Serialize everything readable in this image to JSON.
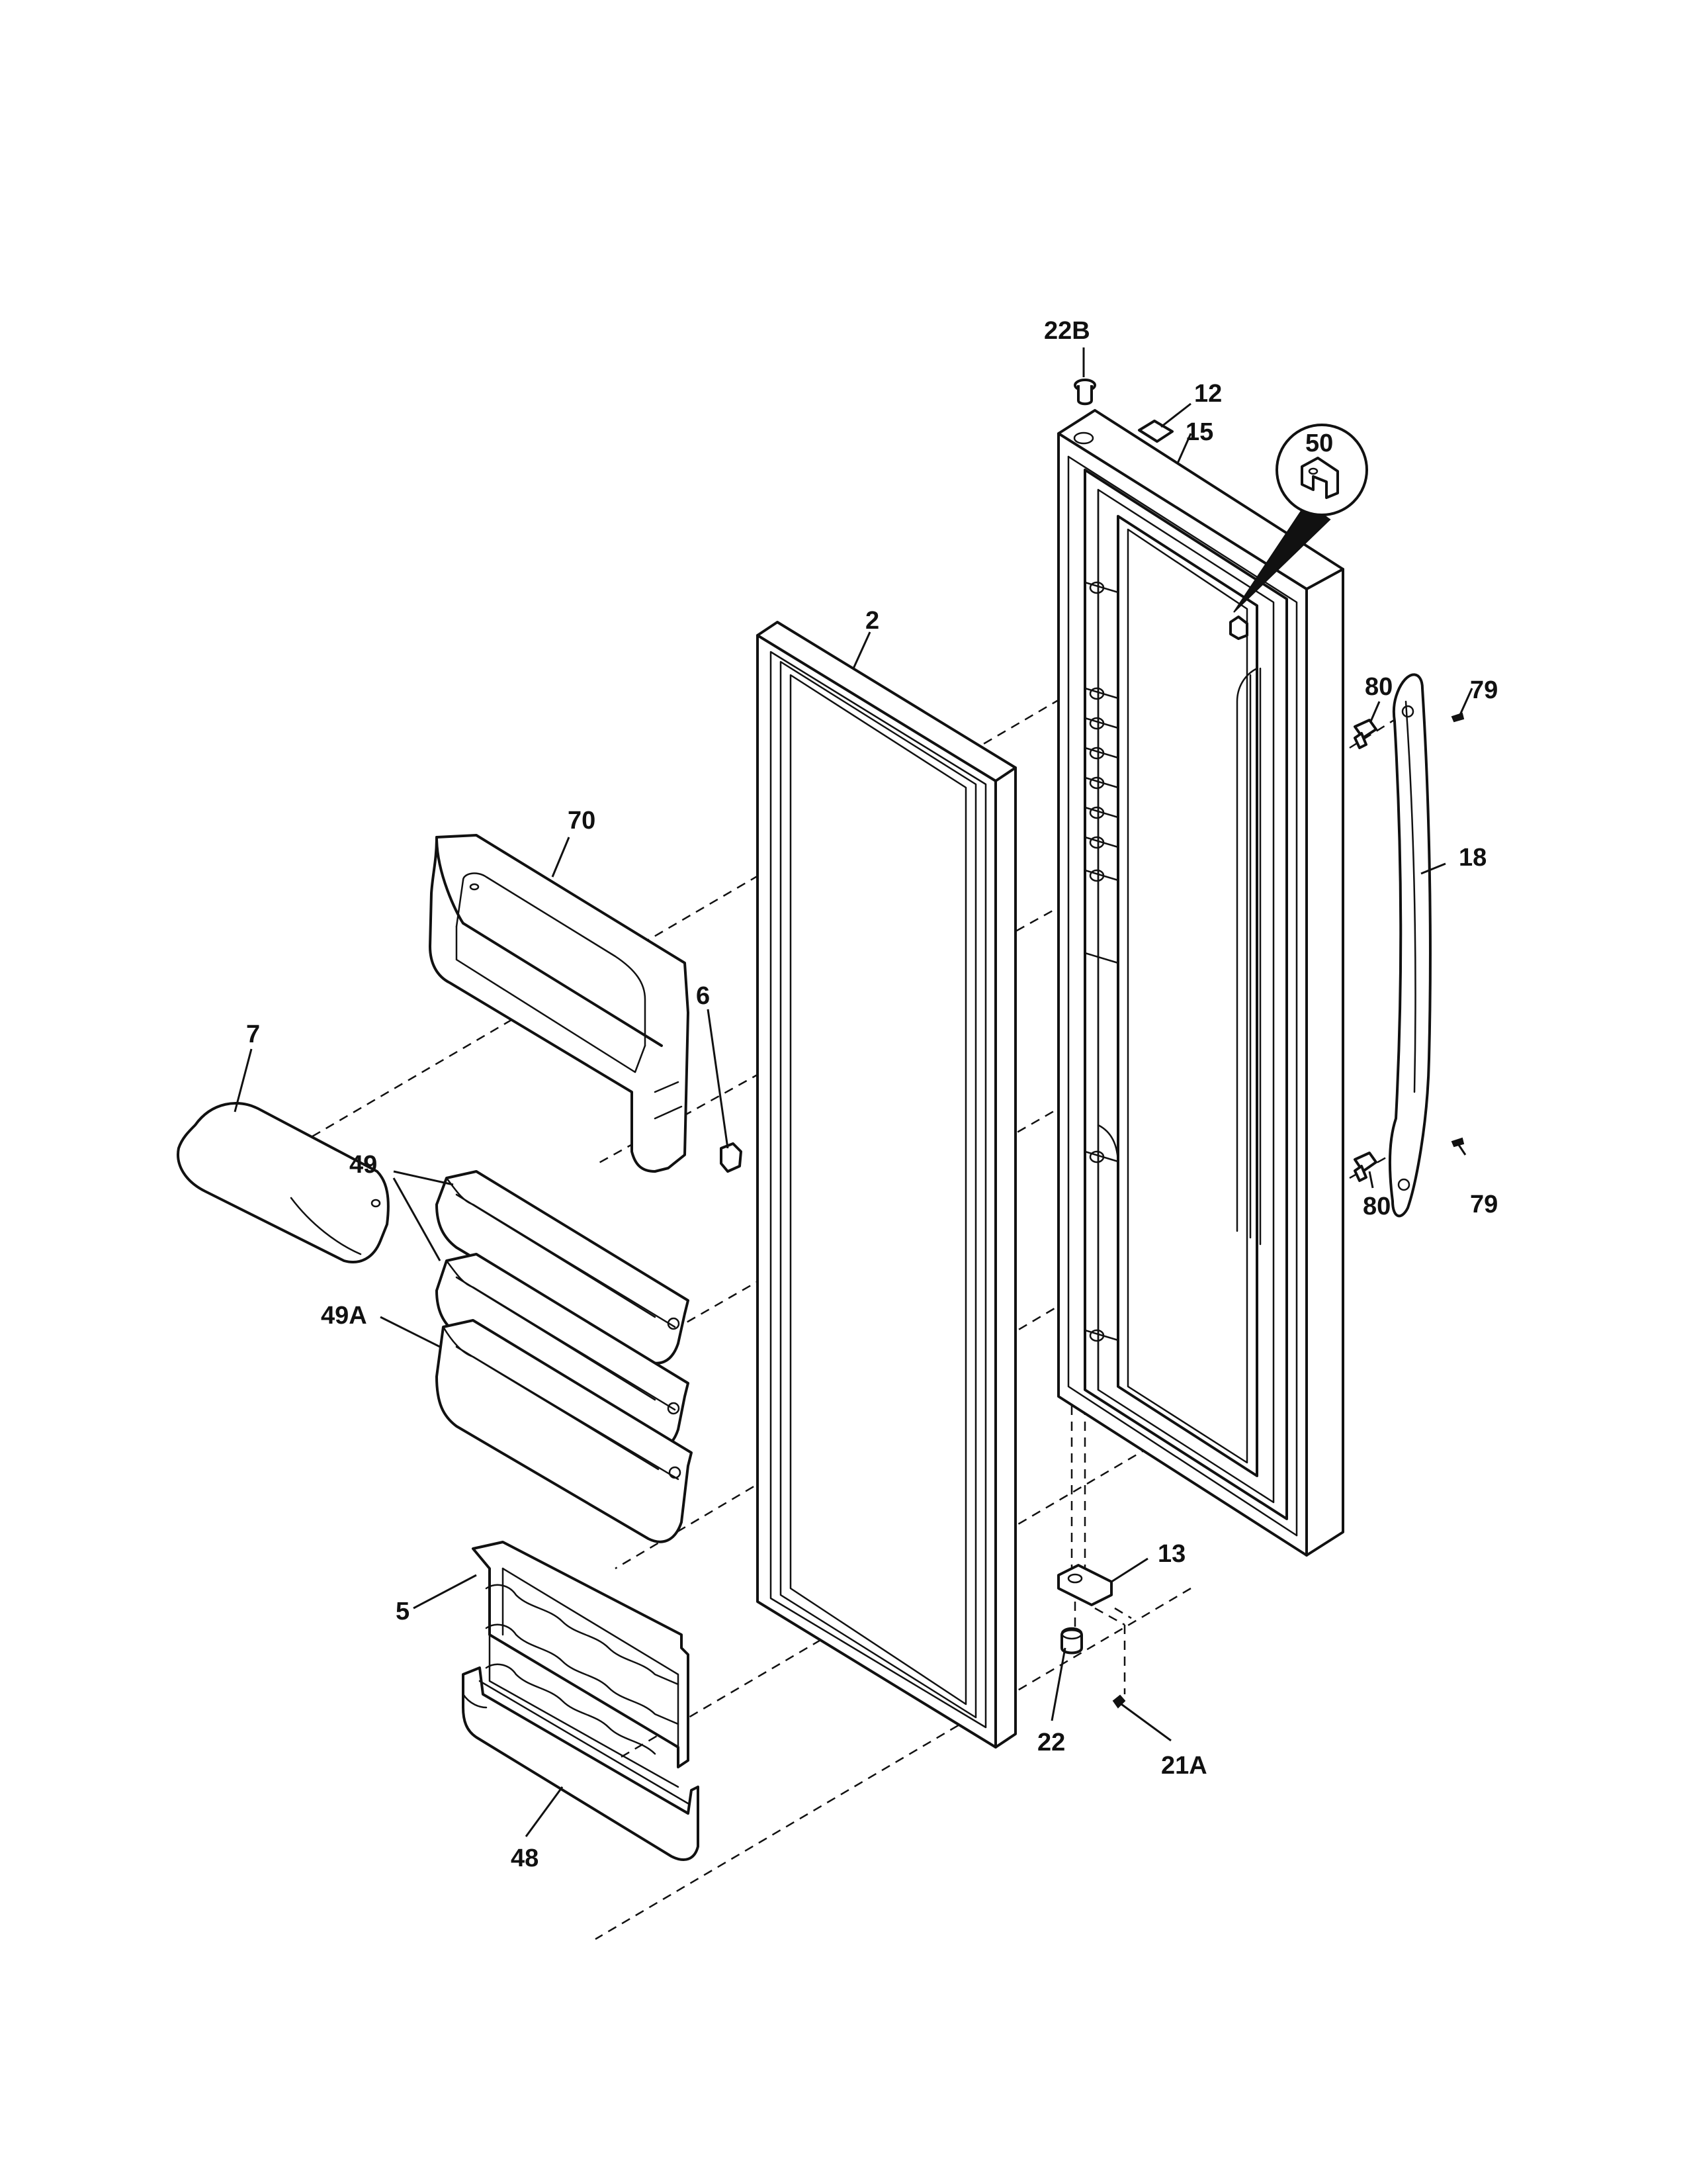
{
  "diagram": {
    "callouts": {
      "p22b": "22B",
      "p12": "12",
      "p15": "15",
      "p50": "50",
      "p2": "2",
      "p80_top": "80",
      "p79_top": "79",
      "p18": "18",
      "p70": "70",
      "p6": "6",
      "p7": "7",
      "p49": "49",
      "p80_bottom": "80",
      "p79_bottom": "79",
      "p49a": "49A",
      "p13": "13",
      "p5": "5",
      "p22": "22",
      "p21a": "21A",
      "p48": "48"
    }
  }
}
